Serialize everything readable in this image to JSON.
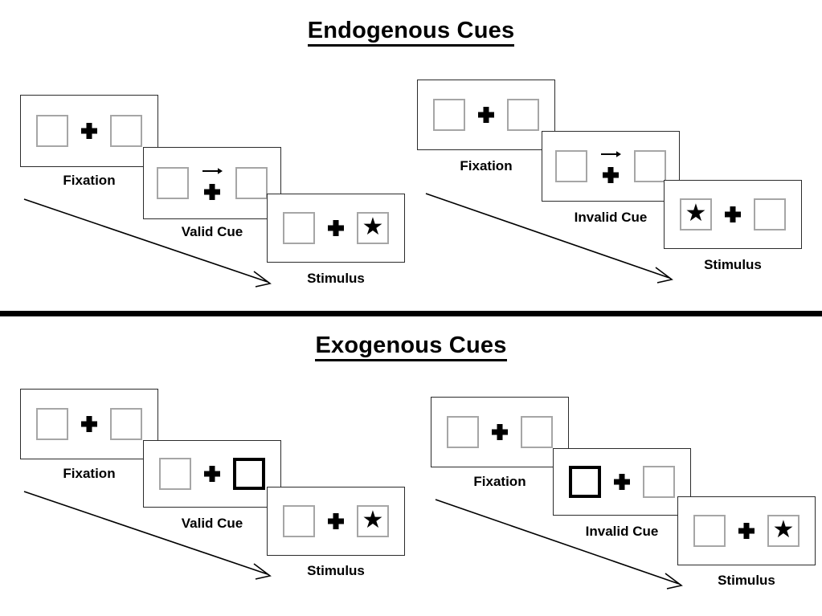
{
  "figure": {
    "sections": [
      {
        "id": "endogenous",
        "title": "Endogenous Cues",
        "sequences": [
          {
            "id": "endogenous-valid",
            "cue_type": "arrow",
            "cue_direction": "right",
            "target_side": "right",
            "validity": "valid",
            "frames": [
              {
                "caption": "Fixation",
                "center": "plus",
                "left_box": "empty",
                "right_box": "empty"
              },
              {
                "caption": "Valid Cue",
                "center": "arrow-plus",
                "left_box": "empty",
                "right_box": "empty"
              },
              {
                "caption": "Stimulus",
                "center": "plus",
                "left_box": "empty",
                "right_box": "star"
              }
            ]
          },
          {
            "id": "endogenous-invalid",
            "cue_type": "arrow",
            "cue_direction": "right",
            "target_side": "left",
            "validity": "invalid",
            "frames": [
              {
                "caption": "Fixation",
                "center": "plus",
                "left_box": "empty",
                "right_box": "empty"
              },
              {
                "caption": "Invalid Cue",
                "center": "arrow-plus",
                "left_box": "empty",
                "right_box": "empty"
              },
              {
                "caption": "Stimulus",
                "center": "plus",
                "left_box": "star",
                "right_box": "empty"
              }
            ]
          }
        ]
      },
      {
        "id": "exogenous",
        "title": "Exogenous Cues",
        "sequences": [
          {
            "id": "exogenous-valid",
            "cue_type": "box-flash",
            "cue_direction": "right",
            "target_side": "right",
            "validity": "valid",
            "frames": [
              {
                "caption": "Fixation",
                "center": "plus",
                "left_box": "empty",
                "right_box": "empty"
              },
              {
                "caption": "Valid Cue",
                "center": "plus",
                "left_box": "empty",
                "right_box": "highlight"
              },
              {
                "caption": "Stimulus",
                "center": "plus",
                "left_box": "empty",
                "right_box": "star"
              }
            ]
          },
          {
            "id": "exogenous-invalid",
            "cue_type": "box-flash",
            "cue_direction": "left",
            "target_side": "right",
            "validity": "invalid",
            "frames": [
              {
                "caption": "Fixation",
                "center": "plus",
                "left_box": "empty",
                "right_box": "empty"
              },
              {
                "caption": "Invalid Cue",
                "center": "plus",
                "left_box": "highlight",
                "right_box": "empty"
              },
              {
                "caption": "Stimulus",
                "center": "plus",
                "left_box": "empty",
                "right_box": "star"
              }
            ]
          }
        ]
      }
    ],
    "glyphs": {
      "star": "★",
      "fixation_cross": "plus-sign",
      "cue_arrow": "arrow-right-icon",
      "time_arrow": "time-flow-arrow"
    },
    "colors": {
      "ink": "#000000",
      "frame_border": "#2b2b2b",
      "box_border": "#a6a6a6",
      "box_highlight": "#000000",
      "background": "#ffffff",
      "divider": "#000000"
    }
  }
}
